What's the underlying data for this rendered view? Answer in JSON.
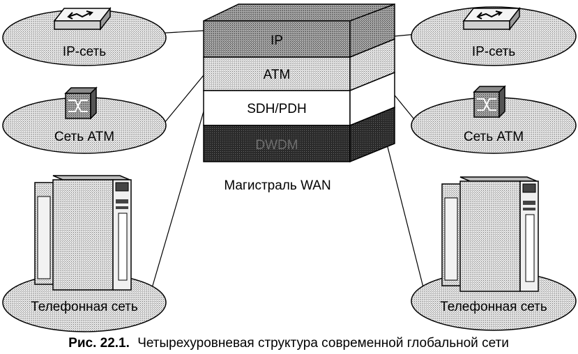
{
  "left_nodes": {
    "ip": "IP-сеть",
    "atm": "Сеть ATM",
    "phone": "Телефонная сеть"
  },
  "right_nodes": {
    "ip": "IP-сеть",
    "atm": "Сеть ATM",
    "phone": "Телефонная сеть"
  },
  "backbone": {
    "layers": [
      "IP",
      "ATM",
      "SDH/PDH",
      "DWDM"
    ],
    "label": "Магистраль WAN"
  },
  "caption": {
    "number": "Рис. 22.1.",
    "text": "Четырехуровневая структура современной глобальной сети"
  }
}
